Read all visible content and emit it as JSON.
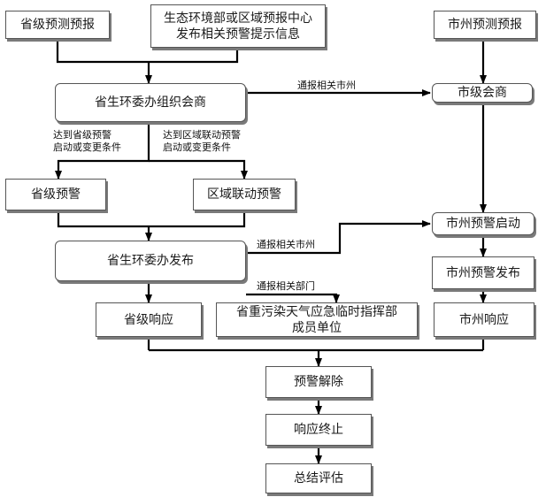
{
  "nodes": {
    "provincial_forecast": "省级预测预报",
    "eco_center": "生态环境部或区域预报中心\n发布相关预警提示信息",
    "city_forecast": "市州预测预报",
    "provincial_consult": "省生环委办组织会商",
    "city_consult": "市级会商",
    "provincial_warning": "省级预警",
    "regional_warning": "区域联动预警",
    "city_warning_start": "市州预警启动",
    "provincial_publish": "省生环委办发布",
    "city_warning_publish": "市州预警发布",
    "provincial_response": "省级响应",
    "command_units": "省重污染天气应急临时指挥部\n成员单位",
    "city_response": "市州响应",
    "warning_lifted": "预警解除",
    "response_end": "响应终止",
    "summary_eval": "总结评估"
  },
  "edge_labels": {
    "notify_city_1": "通报相关市州",
    "provincial_condition": "达到省级预警\n启动或变更条件",
    "regional_condition": "达到区域联动预警\n启动或变更条件",
    "notify_city_2": "通报相关市州",
    "notify_departments": "通报相关部门"
  },
  "colors": {
    "line": "#000000",
    "border": "#555555",
    "shadow": "#7a7a7a"
  }
}
